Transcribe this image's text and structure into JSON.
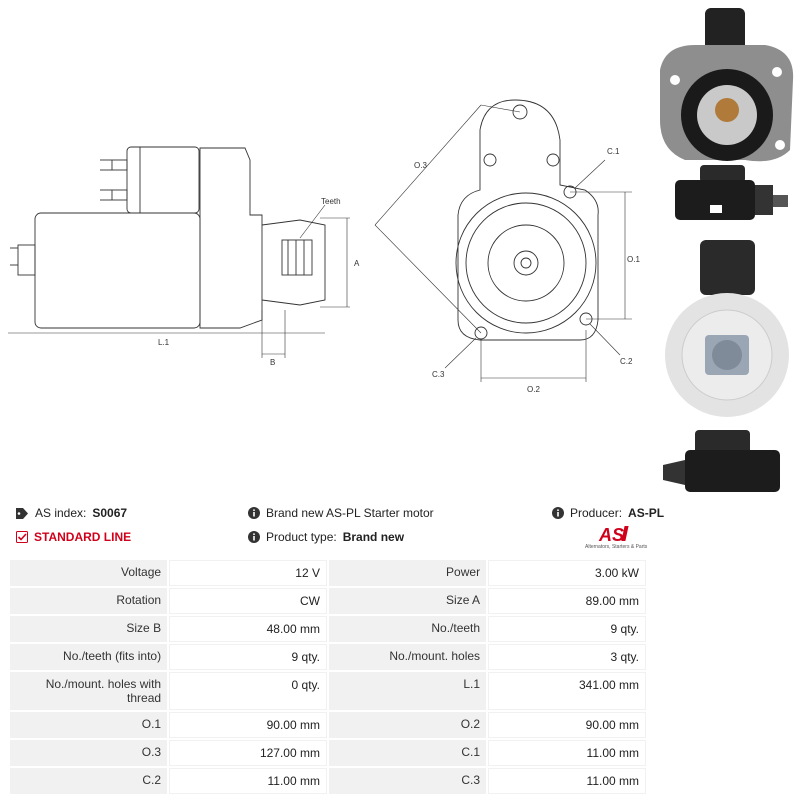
{
  "diagram": {
    "labels": {
      "teeth": "Teeth",
      "a": "A",
      "b": "B",
      "l1": "L.1",
      "o3": "O.3",
      "o1": "O.1",
      "o2": "O.2",
      "c1": "C.1",
      "c2": "C.2",
      "c3": "C.3"
    }
  },
  "info": {
    "as_index_label": "AS index:",
    "as_index_value": "S0067",
    "standard_line": "STANDARD LINE",
    "description": "Brand new AS-PL Starter motor",
    "product_type_label": "Product type:",
    "product_type_value": "Brand new",
    "producer_label": "Producer:",
    "producer_value": "AS-PL",
    "logo_mark": "AS",
    "logo_tagline": "Alternators, Starters & Parts"
  },
  "colors": {
    "accent_red": "#d0021b",
    "cell_gray": "#f1f1f1"
  },
  "specs": [
    {
      "l1": "Voltage",
      "v1": "12 V",
      "l2": "Power",
      "v2": "3.00 kW"
    },
    {
      "l1": "Rotation",
      "v1": "CW",
      "l2": "Size A",
      "v2": "89.00 mm"
    },
    {
      "l1": "Size B",
      "v1": "48.00 mm",
      "l2": "No./teeth",
      "v2": "9 qty."
    },
    {
      "l1": "No./teeth (fits into)",
      "v1": "9 qty.",
      "l2": "No./mount. holes",
      "v2": "3 qty."
    },
    {
      "l1": "No./mount. holes with thread",
      "v1": "0 qty.",
      "l2": "L.1",
      "v2": "341.00 mm"
    },
    {
      "l1": "O.1",
      "v1": "90.00 mm",
      "l2": "O.2",
      "v2": "90.00 mm"
    },
    {
      "l1": "O.3",
      "v1": "127.00 mm",
      "l2": "C.1",
      "v2": "11.00 mm"
    },
    {
      "l1": "C.2",
      "v1": "11.00 mm",
      "l2": "C.3",
      "v2": "11.00 mm"
    }
  ]
}
